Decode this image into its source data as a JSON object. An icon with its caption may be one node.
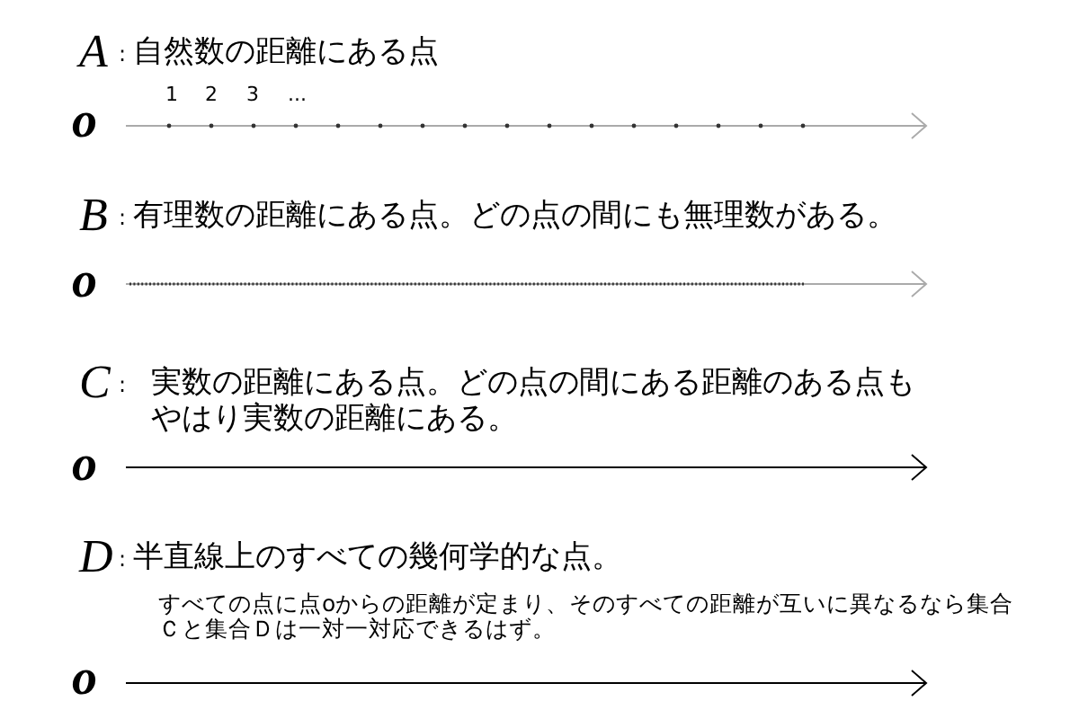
{
  "diagram": {
    "labels": [
      "A",
      ":",
      "自然数の距離にある点",
      "1",
      "2",
      "3",
      "...",
      "o",
      "B",
      ":",
      "有理数の距離にある点。どの点の間にも無理数がある。",
      "o",
      "C",
      ":",
      "実数の距離にある点。どの点の間にある距離のある点もやはり実数の距離にある。",
      "o",
      "D",
      ":",
      "半直線上のすべての幾何学的な点。",
      "すべての点に点oからの距離が定まり、そのすべての距離が互いに異なるなら集合Ｃと集合Ｄは一対一対応できるはず。",
      "o"
    ]
  }
}
